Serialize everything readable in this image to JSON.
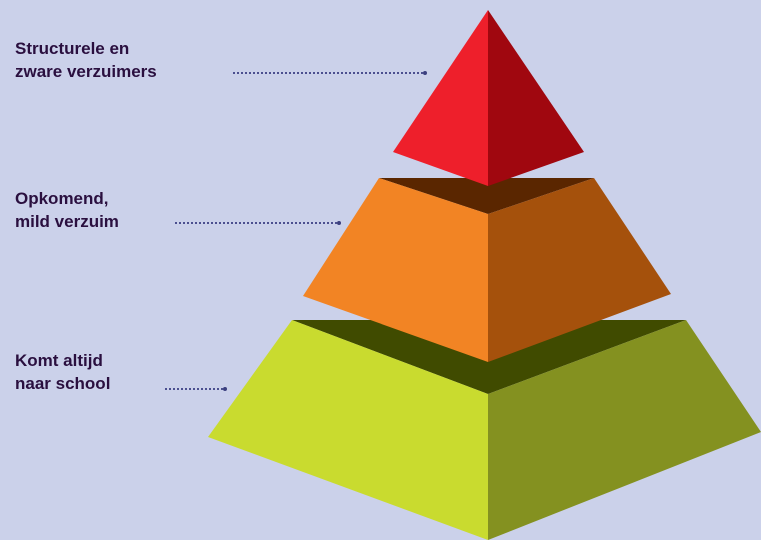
{
  "colors": {
    "background": "#cbd1ea",
    "label_text": "#2a0f3f",
    "leader_dots": "#4b4f8f",
    "top_light": "#ee1f2b",
    "top_dark": "#a0070f",
    "middle_light": "#f28424",
    "middle_dark": "#a5510c",
    "middle_top_face": "#5a2600",
    "bottom_light": "#c9db2f",
    "bottom_dark": "#849120",
    "bottom_top_face": "#404b00"
  },
  "levels": [
    {
      "line1": "Structurele en",
      "line2": "zware verzuimers"
    },
    {
      "line1": "Opkomend,",
      "line2": "mild verzuim"
    },
    {
      "line1": "Komt altijd",
      "line2": "naar school"
    }
  ]
}
